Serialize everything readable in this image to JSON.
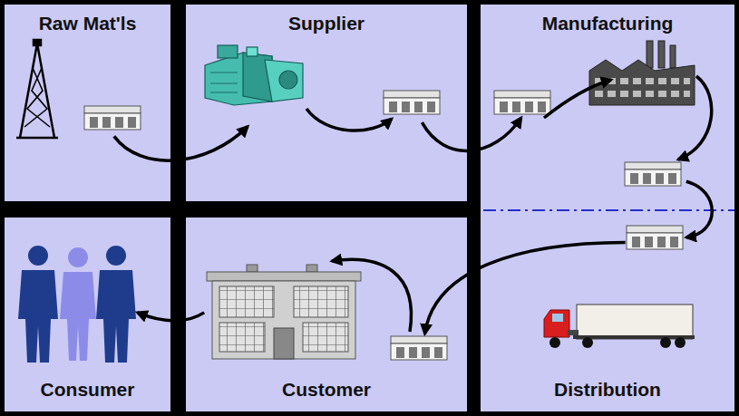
{
  "diagram": {
    "nodes": [
      {
        "text": [
          "Raw Mat'ls"
        ]
      },
      {
        "text": [
          "Supplier"
        ]
      },
      {
        "text": [
          "Manufacturing"
        ]
      },
      {
        "text": [
          "Consumer"
        ]
      },
      {
        "text": [
          "Customer"
        ]
      },
      {
        "text": [
          "Distribution"
        ]
      }
    ],
    "edges": [
      {
        "from": 0,
        "to": 1,
        "arrow": "to"
      },
      {
        "from": 1,
        "to": 2,
        "arrow": "to"
      },
      {
        "from": 2,
        "to": 5,
        "arrow": "to"
      },
      {
        "from": 5,
        "to": 4,
        "arrow": "to"
      },
      {
        "from": 4,
        "to": 3,
        "arrow": "to"
      }
    ]
  }
}
